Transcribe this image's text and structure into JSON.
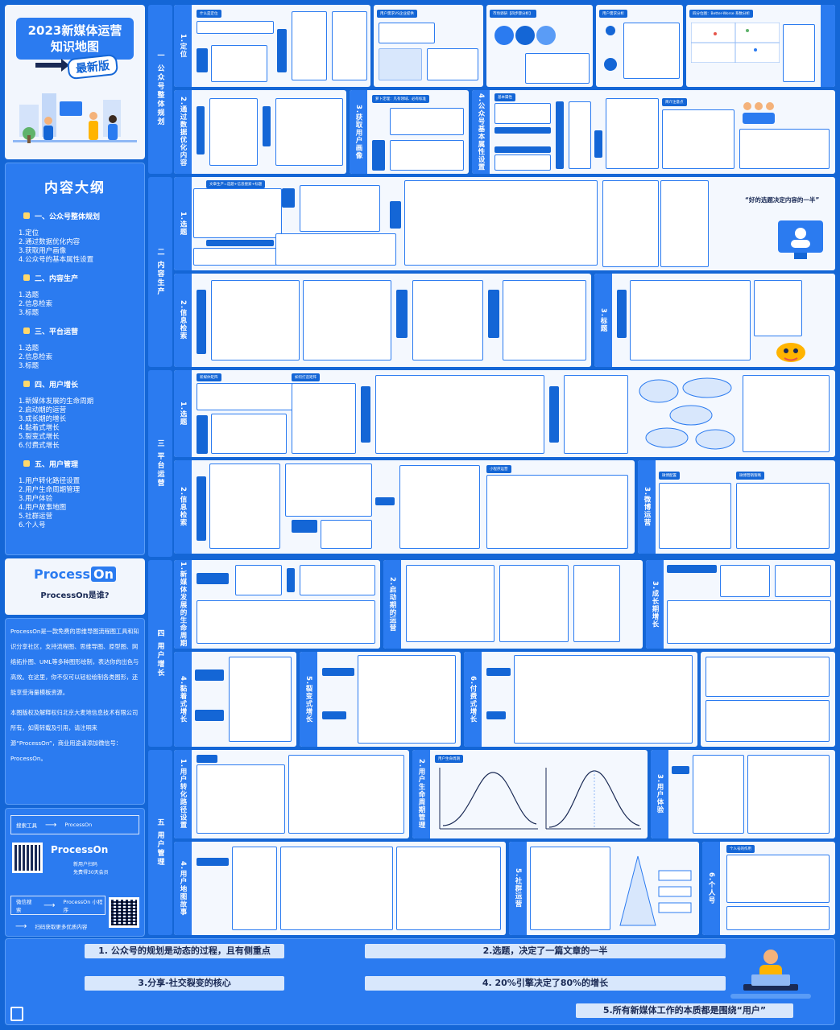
{
  "hero": {
    "title_line1": "2023新媒体运营",
    "title_line2": "知识地图",
    "badge": "最新版"
  },
  "outline": {
    "title": "内容大纲",
    "sections": [
      {
        "head": "一、公众号整体规划",
        "items": [
          "1.定位",
          "2.通过数据优化内容",
          "3.获取用户画像",
          "4.公众号的基本属性设置"
        ]
      },
      {
        "head": "二、内容生产",
        "items": [
          "1.选题",
          "2.信息检索",
          "3.标题"
        ]
      },
      {
        "head": "三、平台运营",
        "items": [
          "1.选题",
          "2.信息检索",
          "3.标题"
        ]
      },
      {
        "head": "四、用户增长",
        "items": [
          "1.新媒体发展的生命周期",
          "2.启动期的运营",
          "3.成长期的增长",
          "4.黏着式增长",
          "5.裂变式增长",
          "6.付费式增长"
        ]
      },
      {
        "head": "五、用户管理",
        "items": [
          "1.用户转化路径设置",
          "2.用户生命周期管理",
          "3.用户体验",
          "4.用户故事地图",
          "5.社群运营",
          "6.个人号"
        ]
      }
    ]
  },
  "processon": {
    "logo_text": "Process",
    "logo_on": "On",
    "question": "ProcessOn是谁?",
    "desc": [
      "ProcessOn是一款免费的思维导图流程图工具和知识分享社区，支持流程图、思维导图、原型图、网络拓扑图、UML等多种图形绘制，表达你的出色与高效。在这里，你不仅可以轻松绘制各类图形，还能享受海量模板资源。",
      "本图版权及解释权归北京大麦地信息技术有限公司所有，如需转载及引用，请注明来源“ProcessOn”，商业用途请添加微信号：ProcessOn。"
    ],
    "search_label": "搜索工具",
    "search_target": "ProcessOn",
    "scan_line1": "新用户扫码",
    "scan_line2": "免费得30天会员",
    "mini_label": "微信搜索",
    "mini_target": "ProcessOn 小程序",
    "mini_scan": "扫码获取更多优质内容"
  },
  "bands": [
    {
      "label": "一 公众号整体规划"
    },
    {
      "label": "二 内容生产"
    },
    {
      "label": "三 平台运营"
    },
    {
      "label": "四 用户增长"
    },
    {
      "label": "五 用户管理"
    }
  ],
  "tiles": {
    "p1_1": "1.定位",
    "p1_2": "2.通过数据优化内容",
    "p1_3": "3.获取用户画像",
    "p1_4": "4.公众号基本属性设置",
    "p2_1": "1.选题",
    "p2_2": "2.信息检索",
    "p2_3": "3.标题",
    "p3_1": "1.选题",
    "p3_2": "2.信息检索",
    "p3_3": "3.微博运营",
    "p4_1": "1.新媒体发展的生命周期",
    "p4_2": "2.启动期的运营",
    "p4_3": "3.成长期增长",
    "p4_4": "4.黏着式增长",
    "p4_5": "5.裂变式增长",
    "p4_6": "6.付费式增长",
    "p5_1": "1.用户转化路径设置",
    "p5_2": "2.用户生命周期管理",
    "p5_3": "3.用户体验",
    "p5_4": "4.用户地图故事",
    "p5_5": "5.社群运营",
    "p5_6": "6.个人号"
  },
  "mini_headers": {
    "what_position": "什么是定位",
    "user_vs": "用户需求VS企业提供",
    "market": "市场调研【四步骤分析】",
    "user_need": "用户需求分析",
    "better_worse": "四分位图：Better-Worse 系数分析",
    "meng_ziqi": "萝卜定理：凡有领域、必有标准",
    "basic_attr": "基本属性",
    "intro": "简介注意点",
    "topic_title": "文章生产=选题+信息搜索+标题",
    "big_topic": "“好的选题决定内容的一半”",
    "matrix": "新媒体矩阵",
    "how_matrix": "如何打造矩阵",
    "mini_search": "小程序运营",
    "weibo_cfg": "微博配置",
    "weibo_strategy": "微博营销策略",
    "lifecycle": "用户生命周期",
    "personal_ip": "个人号的作用"
  },
  "summary": [
    "1. 公众号的规划是动态的过程，且有侧重点",
    "2.选题，决定了一篇文章的一半",
    "3.分享-社交裂变的核心",
    "4. 20%引擎决定了80%的增长",
    "5.所有新媒体工作的本质都是围绕“用户”"
  ],
  "colors": {
    "primary": "#1466d6",
    "accent": "#2b7bf0",
    "tile": "#f4f8fe",
    "text": "#1a2a55"
  }
}
